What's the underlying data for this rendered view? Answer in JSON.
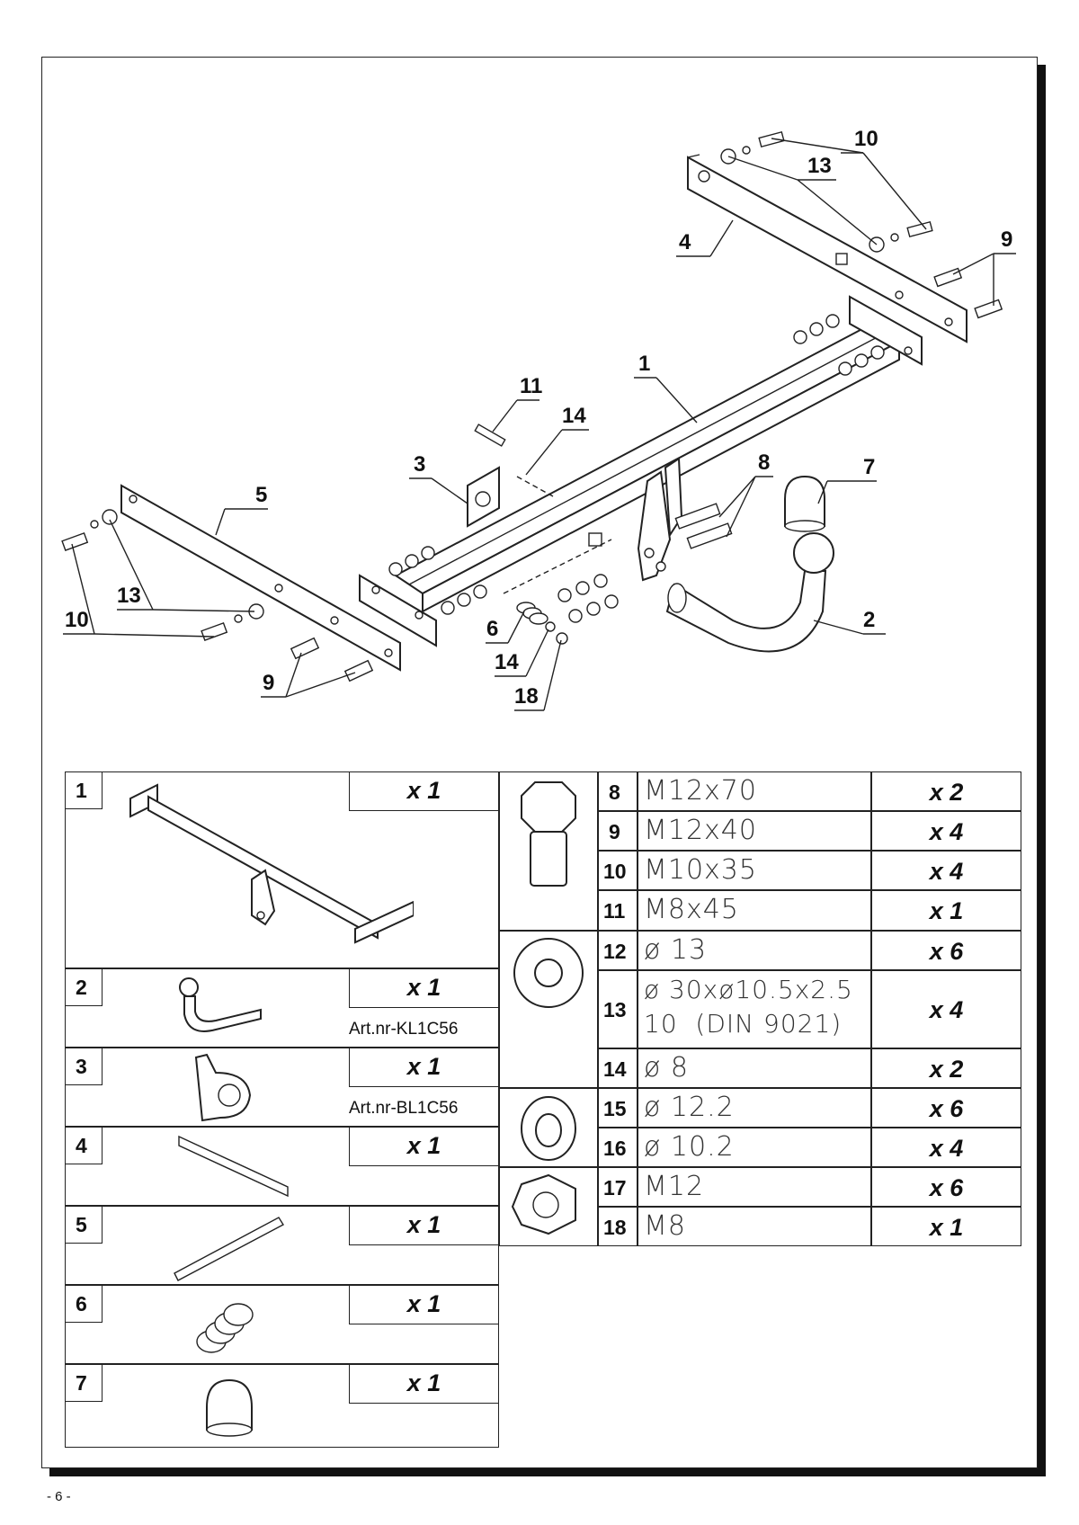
{
  "page_number": "- 6 -",
  "callouts": {
    "c1": "1",
    "c2": "2",
    "c3": "3",
    "c4": "4",
    "c5": "5",
    "c6": "6",
    "c7": "7",
    "c8": "8",
    "c9_top": "9",
    "c9_bottom": "9",
    "c10_top": "10",
    "c10_left": "10",
    "c11": "11",
    "c13_top": "13",
    "c13_left": "13",
    "c14_top": "14",
    "c14_bottom": "14",
    "c18": "18"
  },
  "parts_left": [
    {
      "num": "1",
      "qty": "x 1",
      "art": ""
    },
    {
      "num": "2",
      "qty": "x 1",
      "art": "Art.nr-KL1C56"
    },
    {
      "num": "3",
      "qty": "x 1",
      "art": "Art.nr-BL1C56"
    },
    {
      "num": "4",
      "qty": "x 1",
      "art": ""
    },
    {
      "num": "5",
      "qty": "x 1",
      "art": ""
    },
    {
      "num": "6",
      "qty": "x 1",
      "art": ""
    },
    {
      "num": "7",
      "qty": "x 1",
      "art": ""
    }
  ],
  "parts_right": [
    {
      "num": "8",
      "spec": "M12x70",
      "qty": "x 2"
    },
    {
      "num": "9",
      "spec": "M12x40",
      "qty": "x 4"
    },
    {
      "num": "10",
      "spec": "M10x35",
      "qty": "x 4"
    },
    {
      "num": "11",
      "spec": "M8x45",
      "qty": "x 1"
    },
    {
      "num": "12",
      "spec": "ø 13",
      "qty": "x 6"
    },
    {
      "num": "13",
      "spec": "ø 30xø10.5x2.5\n10  (DIN 9021)",
      "qty": "x 4"
    },
    {
      "num": "14",
      "spec": "ø 8",
      "qty": "x 2"
    },
    {
      "num": "15",
      "spec": "ø 12.2",
      "qty": "x 6"
    },
    {
      "num": "16",
      "spec": "ø 10.2",
      "qty": "x 4"
    },
    {
      "num": "17",
      "spec": "M12",
      "qty": "x 6"
    },
    {
      "num": "18",
      "spec": "M8",
      "qty": "x 1"
    }
  ]
}
